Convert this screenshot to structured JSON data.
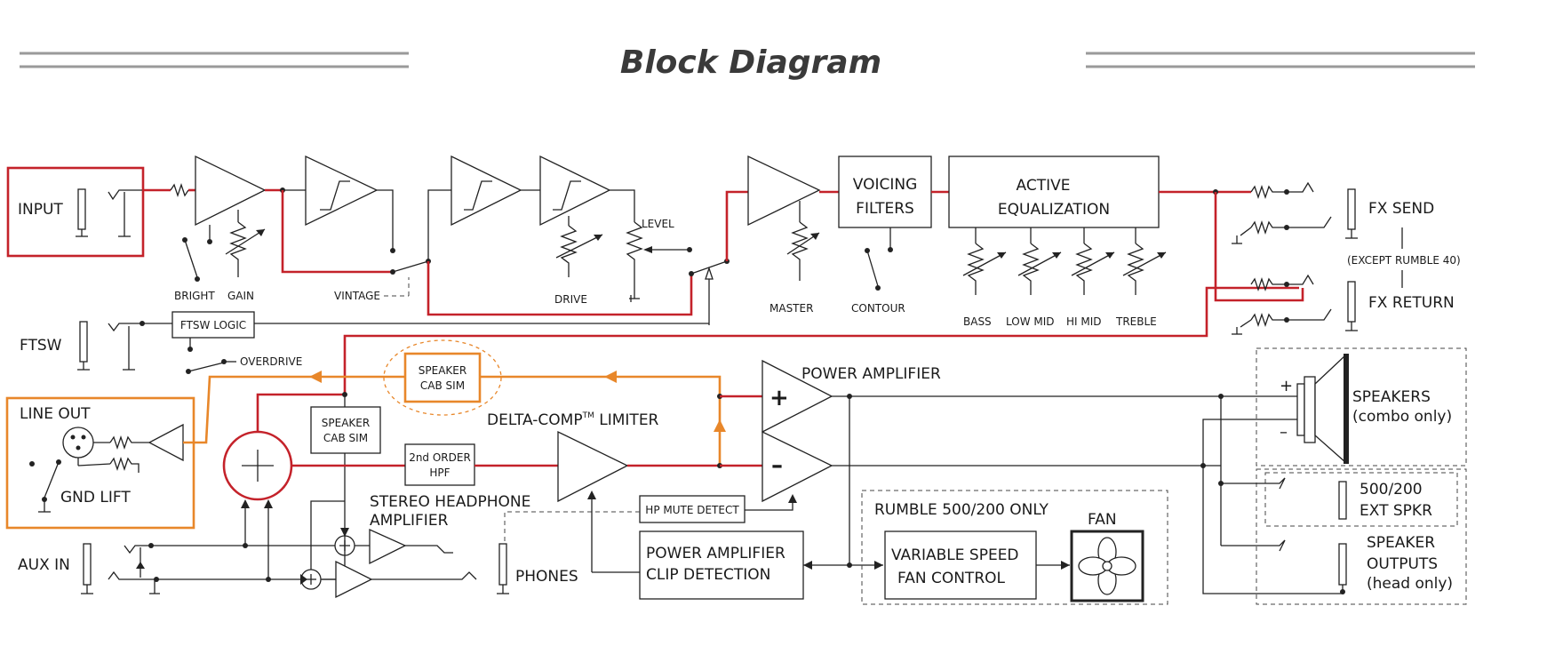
{
  "title": "Block Diagram",
  "blocks": {
    "input": "INPUT",
    "ftsw": "FTSW",
    "ftsw_logic": "FTSW LOGIC",
    "overdrive": "OVERDRIVE",
    "line_out": "LINE OUT",
    "gnd_lift": "GND LIFT",
    "aux_in": "AUX IN",
    "bright": "BRIGHT",
    "gain": "GAIN",
    "vintage": "VINTAGE",
    "drive": "DRIVE",
    "level": "LEVEL",
    "master": "MASTER",
    "voicing_1": "VOICING",
    "voicing_2": "FILTERS",
    "contour": "CONTOUR",
    "active_1": "ACTIVE",
    "active_2": "EQUALIZATION",
    "bass": "BASS",
    "low_mid": "LOW MID",
    "hi_mid": "HI MID",
    "treble": "TREBLE",
    "fx_send": "FX SEND",
    "fx_return": "FX RETURN",
    "except": "(EXCEPT RUMBLE 40)",
    "cab_sim_1": "SPEAKER",
    "cab_sim_2": "CAB SIM",
    "delta_comp": "DELTA-COMP",
    "tm": "TM",
    "limiter": " LIMITER",
    "hpf_1": "2nd ORDER",
    "hpf_2": "HPF",
    "power_amp": "POWER AMPLIFIER",
    "plus": "+",
    "minus": "–",
    "hp_mute": "HP MUTE DETECT",
    "clip_1": "POWER AMPLIFIER",
    "clip_2": "CLIP DETECTION",
    "stereo_1": "STEREO HEADPHONE",
    "stereo_2": "AMPLIFIER",
    "phones": "PHONES",
    "rumble_only": "RUMBLE 500/200 ONLY",
    "fan_ctrl_1": "VARIABLE SPEED",
    "fan_ctrl_2": "FAN CONTROL",
    "fan": "FAN",
    "speakers_1": "SPEAKERS",
    "speakers_2": "(combo only)",
    "ext_1": "500/200",
    "ext_2": "EXT SPKR",
    "spk_out_1": "SPEAKER",
    "spk_out_2": "OUTPUTS",
    "spk_out_3": "(head only)"
  },
  "colors": {
    "signal_main": "#c4222a",
    "signal_line_out": "#e8872a",
    "wiring": "#222222"
  }
}
